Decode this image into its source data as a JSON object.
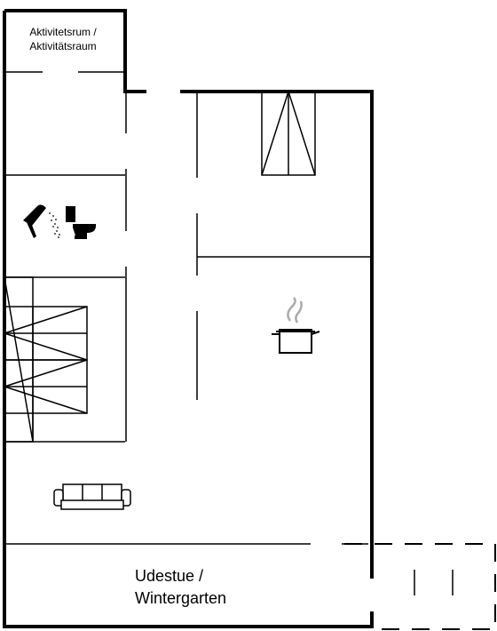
{
  "rooms": {
    "activity_room": {
      "line1": "Aktivitetsrum /",
      "line2": "Aktivitätsraum"
    },
    "winter_garden": {
      "line1": "Udestue /",
      "line2": "Wintergarten"
    }
  },
  "icons": [
    "shower-icon",
    "toilet-icon",
    "cooking-pot-icon",
    "sofa-icon",
    "staircase-icon"
  ],
  "colors": {
    "lines": "#000000",
    "background": "#ffffff",
    "steam": "#aaaaaa"
  }
}
